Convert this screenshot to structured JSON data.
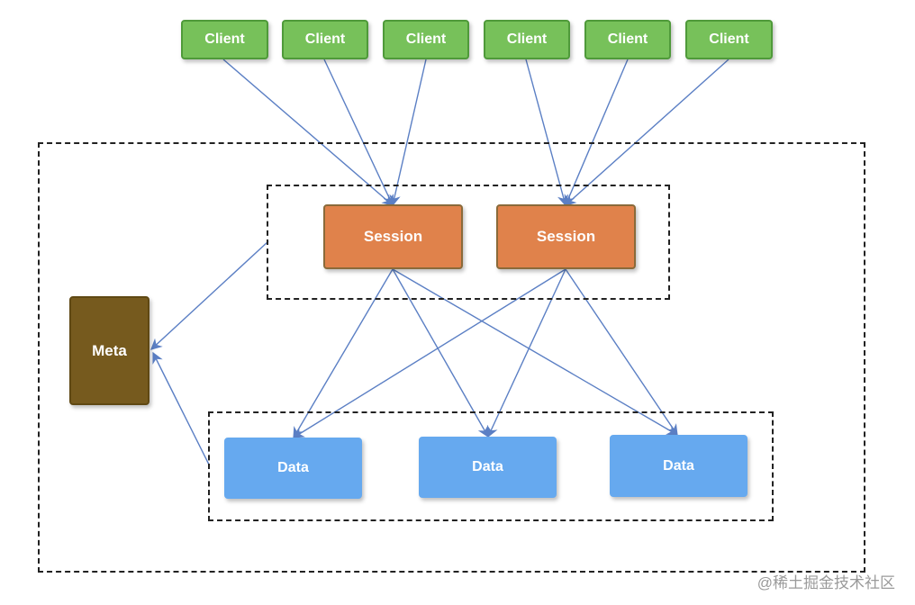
{
  "diagram": {
    "clients": [
      {
        "label": "Client"
      },
      {
        "label": "Client"
      },
      {
        "label": "Client"
      },
      {
        "label": "Client"
      },
      {
        "label": "Client"
      },
      {
        "label": "Client"
      }
    ],
    "sessions": [
      {
        "label": "Session"
      },
      {
        "label": "Session"
      }
    ],
    "meta": {
      "label": "Meta"
    },
    "data_nodes": [
      {
        "label": "Data"
      },
      {
        "label": "Data"
      },
      {
        "label": "Data"
      }
    ],
    "colors": {
      "client_fill": "#77c15a",
      "session_fill": "#e0824b",
      "meta_fill": "#765a1e",
      "data_fill": "#66a9ef",
      "arrow": "#5b7fc4"
    }
  },
  "watermark": "@稀土掘金技术社区"
}
